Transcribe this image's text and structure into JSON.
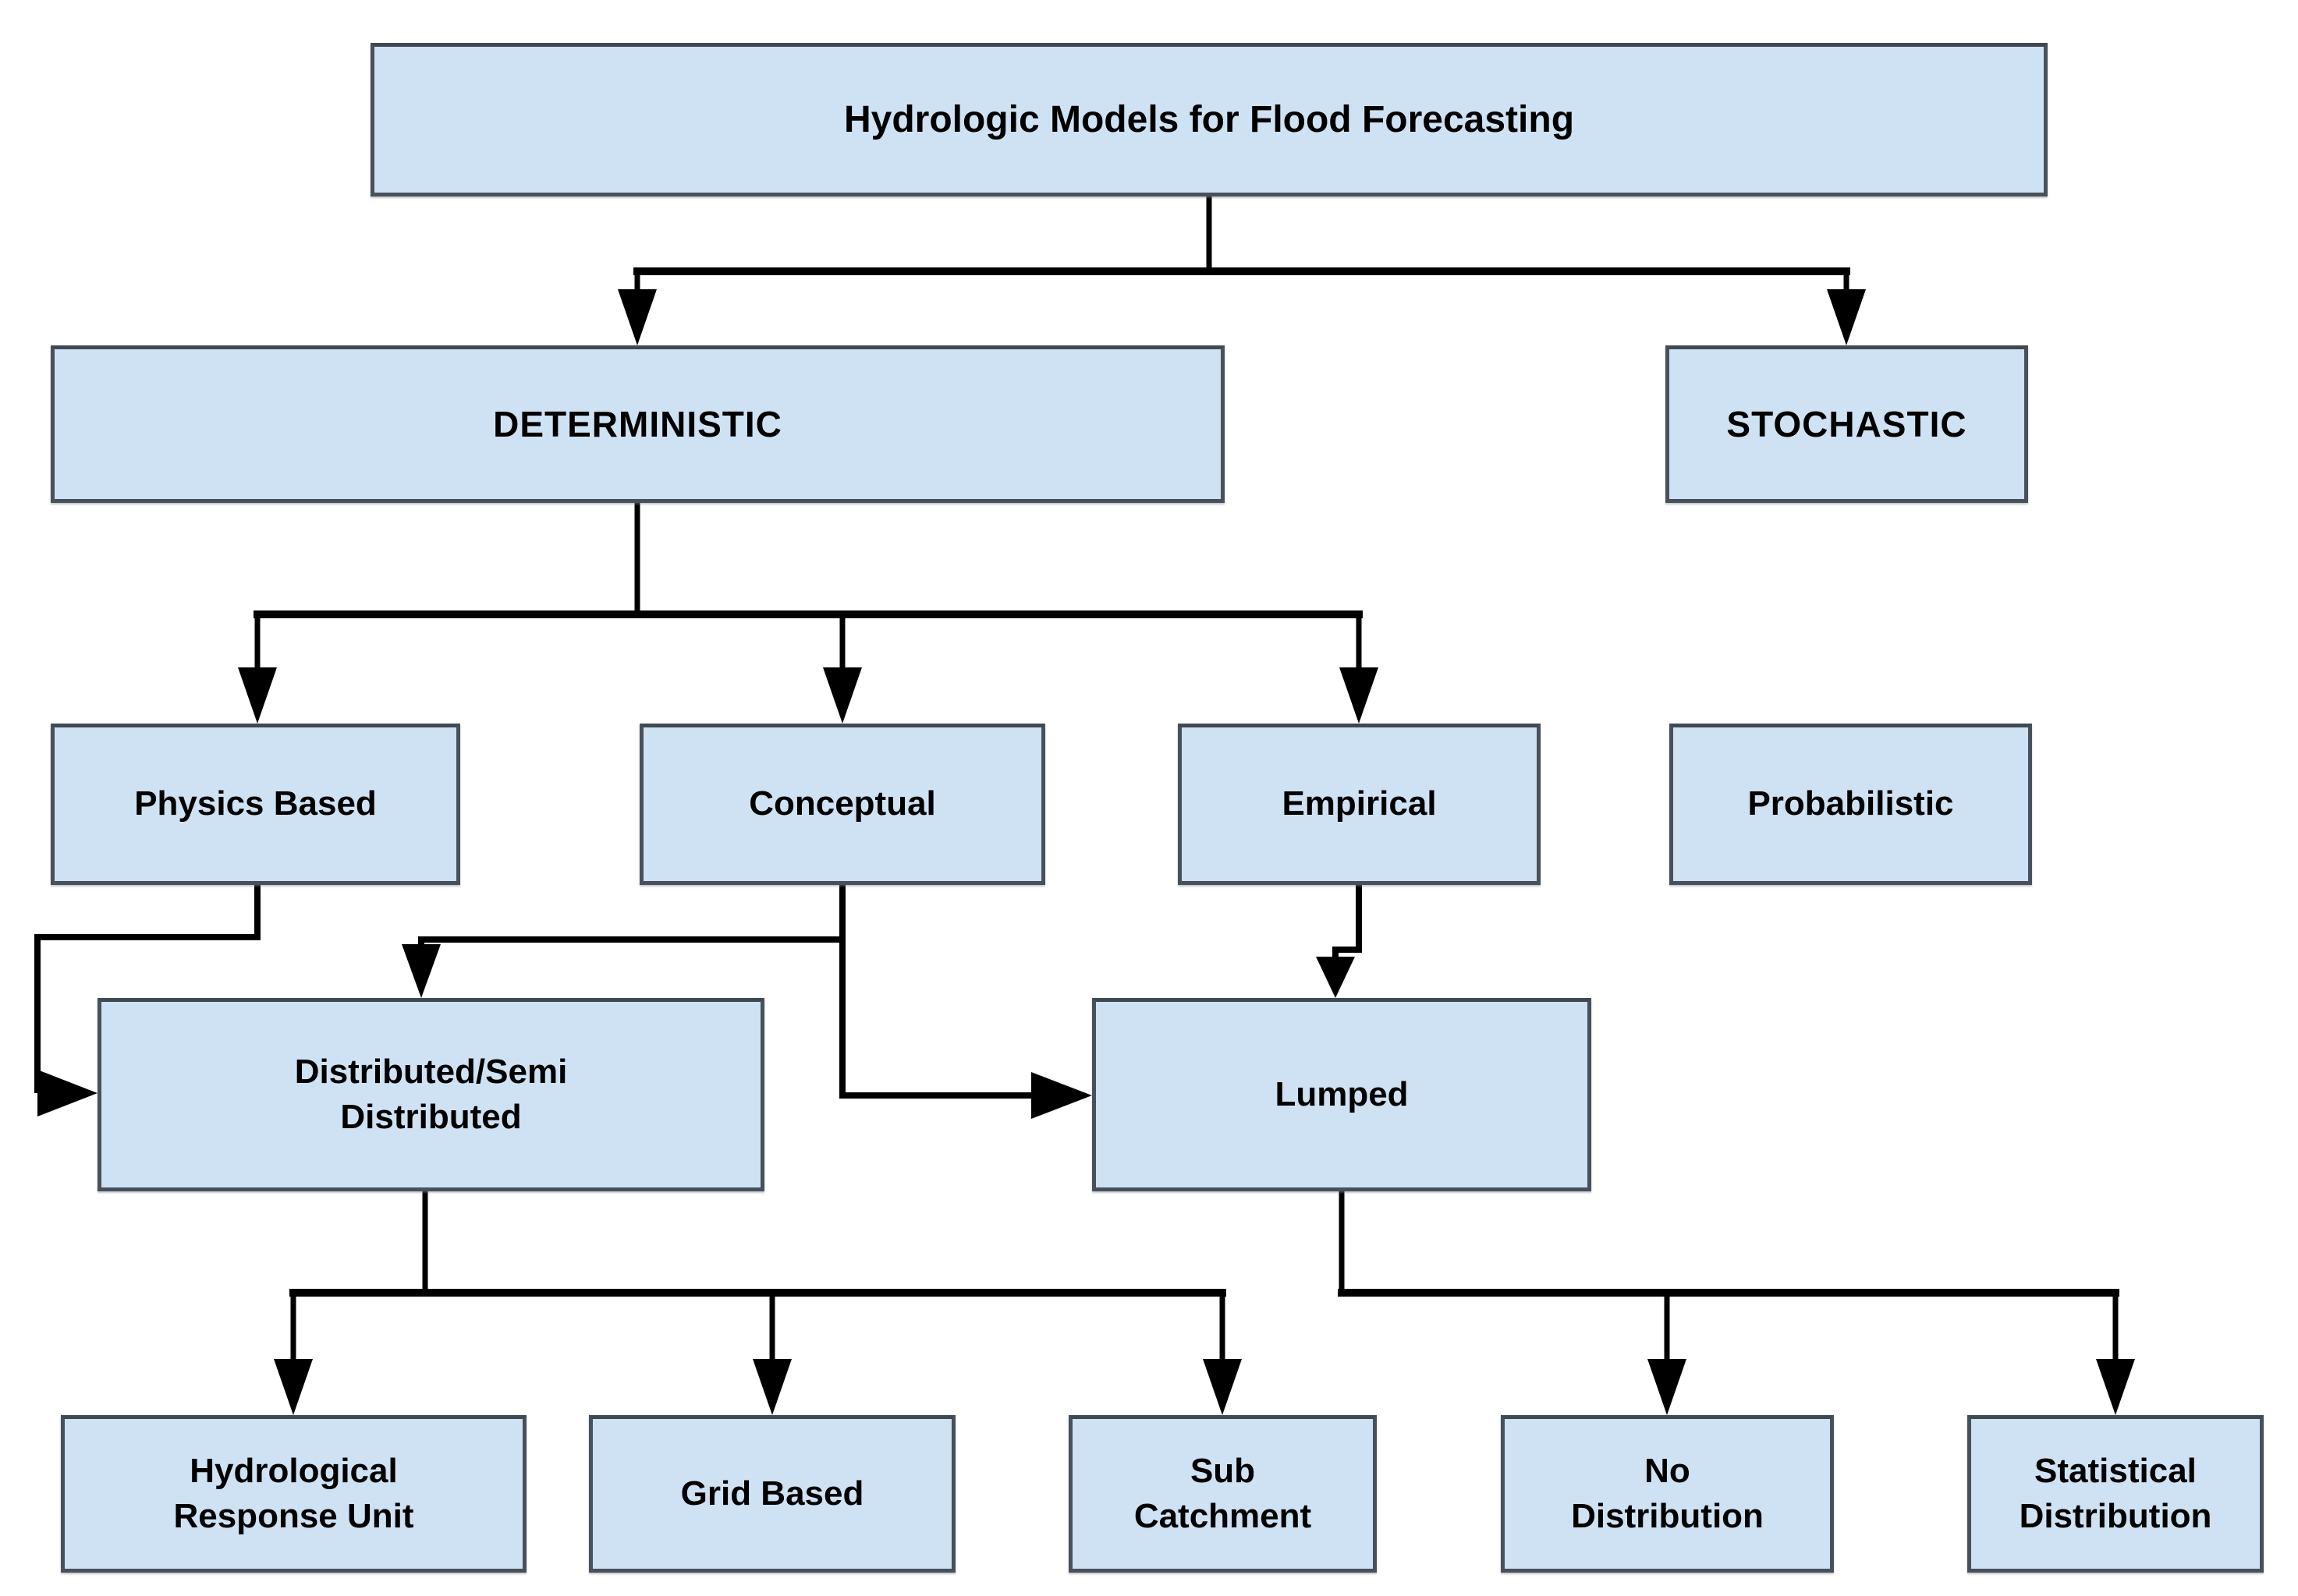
{
  "diagram": {
    "nodes": {
      "title": {
        "label": "Hydrologic Models for Flood Forecasting"
      },
      "deterministic": {
        "label": "DETERMINISTIC"
      },
      "stochastic": {
        "label": "STOCHASTIC"
      },
      "physics_based": {
        "label": "Physics Based"
      },
      "conceptual": {
        "label": "Conceptual"
      },
      "empirical": {
        "label": "Empirical"
      },
      "probabilistic": {
        "label": "Probabilistic"
      },
      "distributed": {
        "label": "Distributed/Semi\nDistributed"
      },
      "lumped": {
        "label": "Lumped"
      },
      "hydrological_response_unit": {
        "label": "Hydrological\nResponse Unit"
      },
      "grid_based": {
        "label": "Grid Based"
      },
      "sub_catchment": {
        "label": "Sub\nCatchment"
      },
      "no_distribution": {
        "label": "No\nDistribution"
      },
      "statistical_distribution": {
        "label": "Statistical\nDistribution"
      }
    },
    "edges": [
      {
        "from": "title",
        "to": "deterministic"
      },
      {
        "from": "title",
        "to": "stochastic"
      },
      {
        "from": "deterministic",
        "to": "physics_based"
      },
      {
        "from": "deterministic",
        "to": "conceptual"
      },
      {
        "from": "deterministic",
        "to": "empirical"
      },
      {
        "from": "physics_based",
        "to": "distributed"
      },
      {
        "from": "conceptual",
        "to": "distributed"
      },
      {
        "from": "conceptual",
        "to": "lumped"
      },
      {
        "from": "empirical",
        "to": "lumped"
      },
      {
        "from": "distributed",
        "to": "hydrological_response_unit"
      },
      {
        "from": "distributed",
        "to": "grid_based"
      },
      {
        "from": "distributed",
        "to": "sub_catchment"
      },
      {
        "from": "lumped",
        "to": "no_distribution"
      },
      {
        "from": "lumped",
        "to": "statistical_distribution"
      }
    ],
    "colors": {
      "box_fill": "#cfe2f3",
      "box_border": "#47515b",
      "line": "#000000",
      "text": "#000000",
      "background": "#ffffff"
    }
  }
}
